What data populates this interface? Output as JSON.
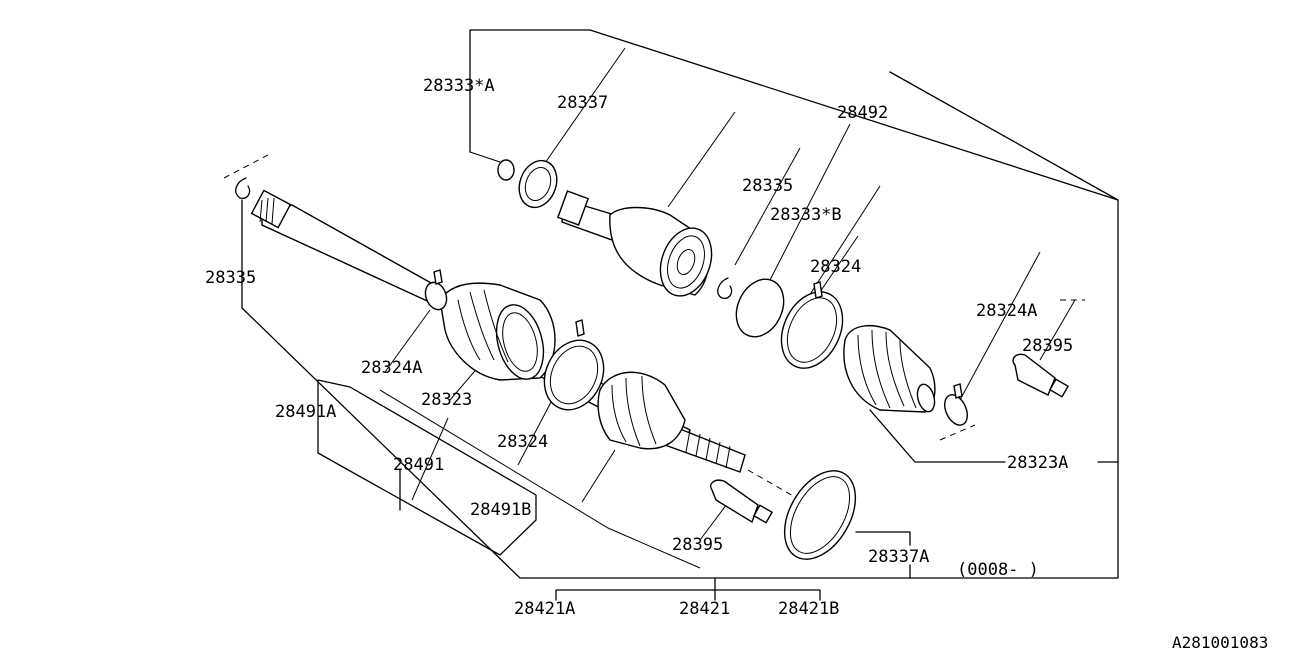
{
  "diagram": {
    "labels": {
      "p28333A": "28333*A",
      "p28337": "28337",
      "p28492": "28492",
      "p28335_top": "28335",
      "p28333B": "28333*B",
      "p28324_top": "28324",
      "p28324A_right": "28324A",
      "p28395_right": "28395",
      "p28335_left": "28335",
      "p28324A_left": "28324A",
      "p28323": "28323",
      "p28491A": "28491A",
      "p28324_mid": "28324",
      "p28491": "28491",
      "p28491B": "28491B",
      "p28395_bottom": "28395",
      "p28323A": "28323A",
      "p28337A": "28337A",
      "date_range": "(0008-     )",
      "p28421A": "28421A",
      "p28421": "28421",
      "p28421B": "28421B"
    },
    "figure_code": "A281001083"
  }
}
